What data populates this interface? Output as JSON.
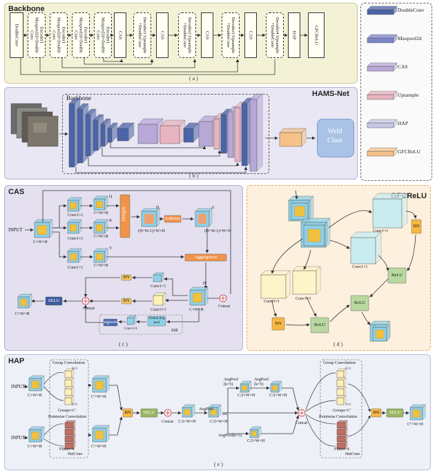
{
  "backbone": {
    "title": "Backbone",
    "caption": "( a )",
    "modules": [
      "DoubleConv",
      "Encoder1 Maxpool2d+Double Conv",
      "Encoder1 Maxpool2d+Double Conv",
      "Encoder1 Maxpool2d+Double Conv",
      "Encoder1 Maxpool2d+Double Conv",
      "CAS",
      "Decoder1 Upsample +DoubleConv",
      "CAS",
      "Decoder2 Upsample +DoubleConv",
      "CAS",
      "Decoder3 Upsample +DoubleConv",
      "CAS",
      "Decoder4 Upsample +DoubleConv",
      "HAP",
      "GFCReLU"
    ]
  },
  "legend": {
    "items": [
      {
        "label": "DoubleConv",
        "color": "#4a64a8"
      },
      {
        "label": "Maxpool2d",
        "color": "#7e84c8"
      },
      {
        "label": "CAS",
        "color": "#b8a8d8"
      },
      {
        "label": "Upsample",
        "color": "#e8b4c0"
      },
      {
        "label": "HAP",
        "color": "#c8c8e8"
      },
      {
        "label": "GFCReLU",
        "color": "#f6c28a"
      }
    ]
  },
  "hams": {
    "title": "HAMS-Net",
    "backbone_label": "Backbone",
    "output_label": "Weld Class",
    "caption": "( b )"
  },
  "cas": {
    "title": "CAS",
    "caption": "( c )",
    "labels": {
      "input": "INPUT",
      "cwh_input": "C×W×H",
      "conv_q": "Conv1×1",
      "conv_k": "Conv1×1",
      "conv_v": "Conv1×1",
      "q": "Q",
      "k": "K",
      "v": "V",
      "cwh_q": "C×W×H",
      "cwh_k": "C×W×H",
      "cwh_v": "C×W×H",
      "affinity": "Affinity",
      "d": "D",
      "dim_d": "(H+W-1)×W×H",
      "softmax": "Softmax",
      "a": "A",
      "dim_a": "(H+W-1)×W×H",
      "aggregation": "Aggregation",
      "conv1": "Conv1×1",
      "conv3": "Conv3×3",
      "bn1": "BN",
      "bn2": "BN",
      "h_prime": "H'",
      "cwh_h": "C×W×H",
      "concat1": "Concat",
      "concat2": "Concat",
      "selu": "SELU",
      "cwh_out": "C×W×H",
      "sigmoid": "sigmoid",
      "conv1x3": "Conv1×3",
      "global_avg": "Global Avg pool",
      "sse": "SSE"
    }
  },
  "gfcrelu": {
    "title": "GFCReLU",
    "caption": "( d )",
    "labels": {
      "conv1a": "Conv1×1",
      "conv1b": "Conv1×1",
      "conv3a": "Conv3×3",
      "conv3b": "Conv3×3",
      "bn1": "BN",
      "bn2": "BN",
      "relu1": "ReLU",
      "relu2": "ReLU",
      "relu3": "ReLU"
    }
  },
  "hap": {
    "title": "HAP",
    "caption": "( e )",
    "labels": {
      "group_conv1": "Group Convolution",
      "group_conv2": "Group Convolution",
      "pw_conv1": "Pointwise Convolution",
      "pw_conv2": "Pointwise Convolution",
      "groups1": "Groups=C'",
      "groups2": "Groups=C'",
      "filters1": "Filters=4",
      "filters2": "Filters=4",
      "hetconv1": "HetConv",
      "hetconv2": "HetConv",
      "k3a": "3×3",
      "k3b": "3×3",
      "k3c": "3×3",
      "k3d": "3×3",
      "input1": "INPUT",
      "input2": "INPUT",
      "cwh1": "C×W×H",
      "cwh2": "C×W×H",
      "cwh3": "C'×W×H",
      "cwh4": "C'×W×H",
      "bn1": "BN",
      "selu1": "SELU",
      "concat1": "Concat",
      "half1": "C/2×W×H",
      "avgpool1": "AvgPool",
      "avgpool2": "AvgPool (k=5)",
      "avgpool3": "AvgPool (k=5)",
      "avgpool4": "AvgPool(k=5)",
      "half2": "C/2×W×H",
      "half3": "C/2×W×H",
      "half4": "C/2×W×H",
      "half5": "C/2×W×H",
      "concat2": "Concat",
      "bn2": "BN",
      "selu2": "SELU",
      "cwh_out": "C''×W×H"
    }
  }
}
